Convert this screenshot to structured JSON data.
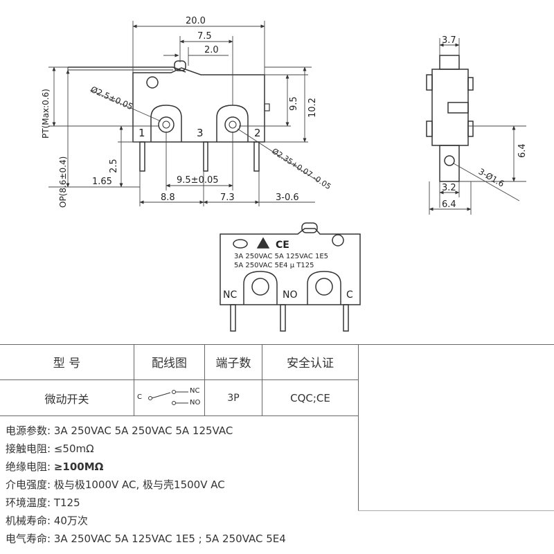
{
  "front_view": {
    "dim_total_width": "20.0",
    "dim_7_5": "7.5",
    "dim_2_0": "2.0",
    "dim_9_5_height": "9.5",
    "dim_10_2": "10.2",
    "dim_hole_left": "Ø2.5±0.05",
    "dim_hole_right": "Ø2.35+0.07 -0.05",
    "dim_pt": "PT(Max:0.6)",
    "dim_op": "OP(8.6±0.4)",
    "dim_2_5": "2.5",
    "dim_1_65": "1.65",
    "dim_pitch": "9.5±0.05",
    "dim_8_8": "8.8",
    "dim_7_3": "7.3",
    "dim_3_0_6": "3-0.6",
    "terminal_1": "1",
    "terminal_2": "2",
    "terminal_3": "3"
  },
  "side_view": {
    "dim_3_7": "3.7",
    "dim_6_4_vertical": "6.4",
    "dim_3_2": "3.2",
    "dim_6_4_bottom": "6.4",
    "dim_hole": "3-Ø1.6"
  },
  "marking_view": {
    "rating_line_1": "3A 250VAC 5A 125VAC 1E5",
    "rating_line_2": "5A 250VAC 5E4 μ T125",
    "cert_mark": "CE",
    "label_nc": "NC",
    "label_no": "NO",
    "label_c": "C"
  },
  "table": {
    "headers": [
      "型  号",
      "配线图",
      "端子数",
      "安全认证"
    ],
    "row": {
      "model": "微动开关",
      "wiring_c": "C",
      "wiring_nc": "NC",
      "wiring_no": "NO",
      "terminals": "3P",
      "certification": "CQC;CE"
    }
  },
  "specs": [
    {
      "label": "电源参数:",
      "value": "3A 250VAC  5A 250VAC  5A 125VAC"
    },
    {
      "label": "接触电阻:",
      "value": "≤50mΩ"
    },
    {
      "label": "绝缘电阻:",
      "value": "≥100MΩ"
    },
    {
      "label": "介电强度:",
      "value": "极与极1000V AC, 极与壳1500V AC"
    },
    {
      "label": "环境温度:",
      "value": "T125"
    },
    {
      "label": "机械寿命:",
      "value": "40万次"
    },
    {
      "label": "电气寿命:",
      "value": "3A 250VAC 5A 125VAC  1E5 ; 5A 250VAC 5E4"
    }
  ]
}
